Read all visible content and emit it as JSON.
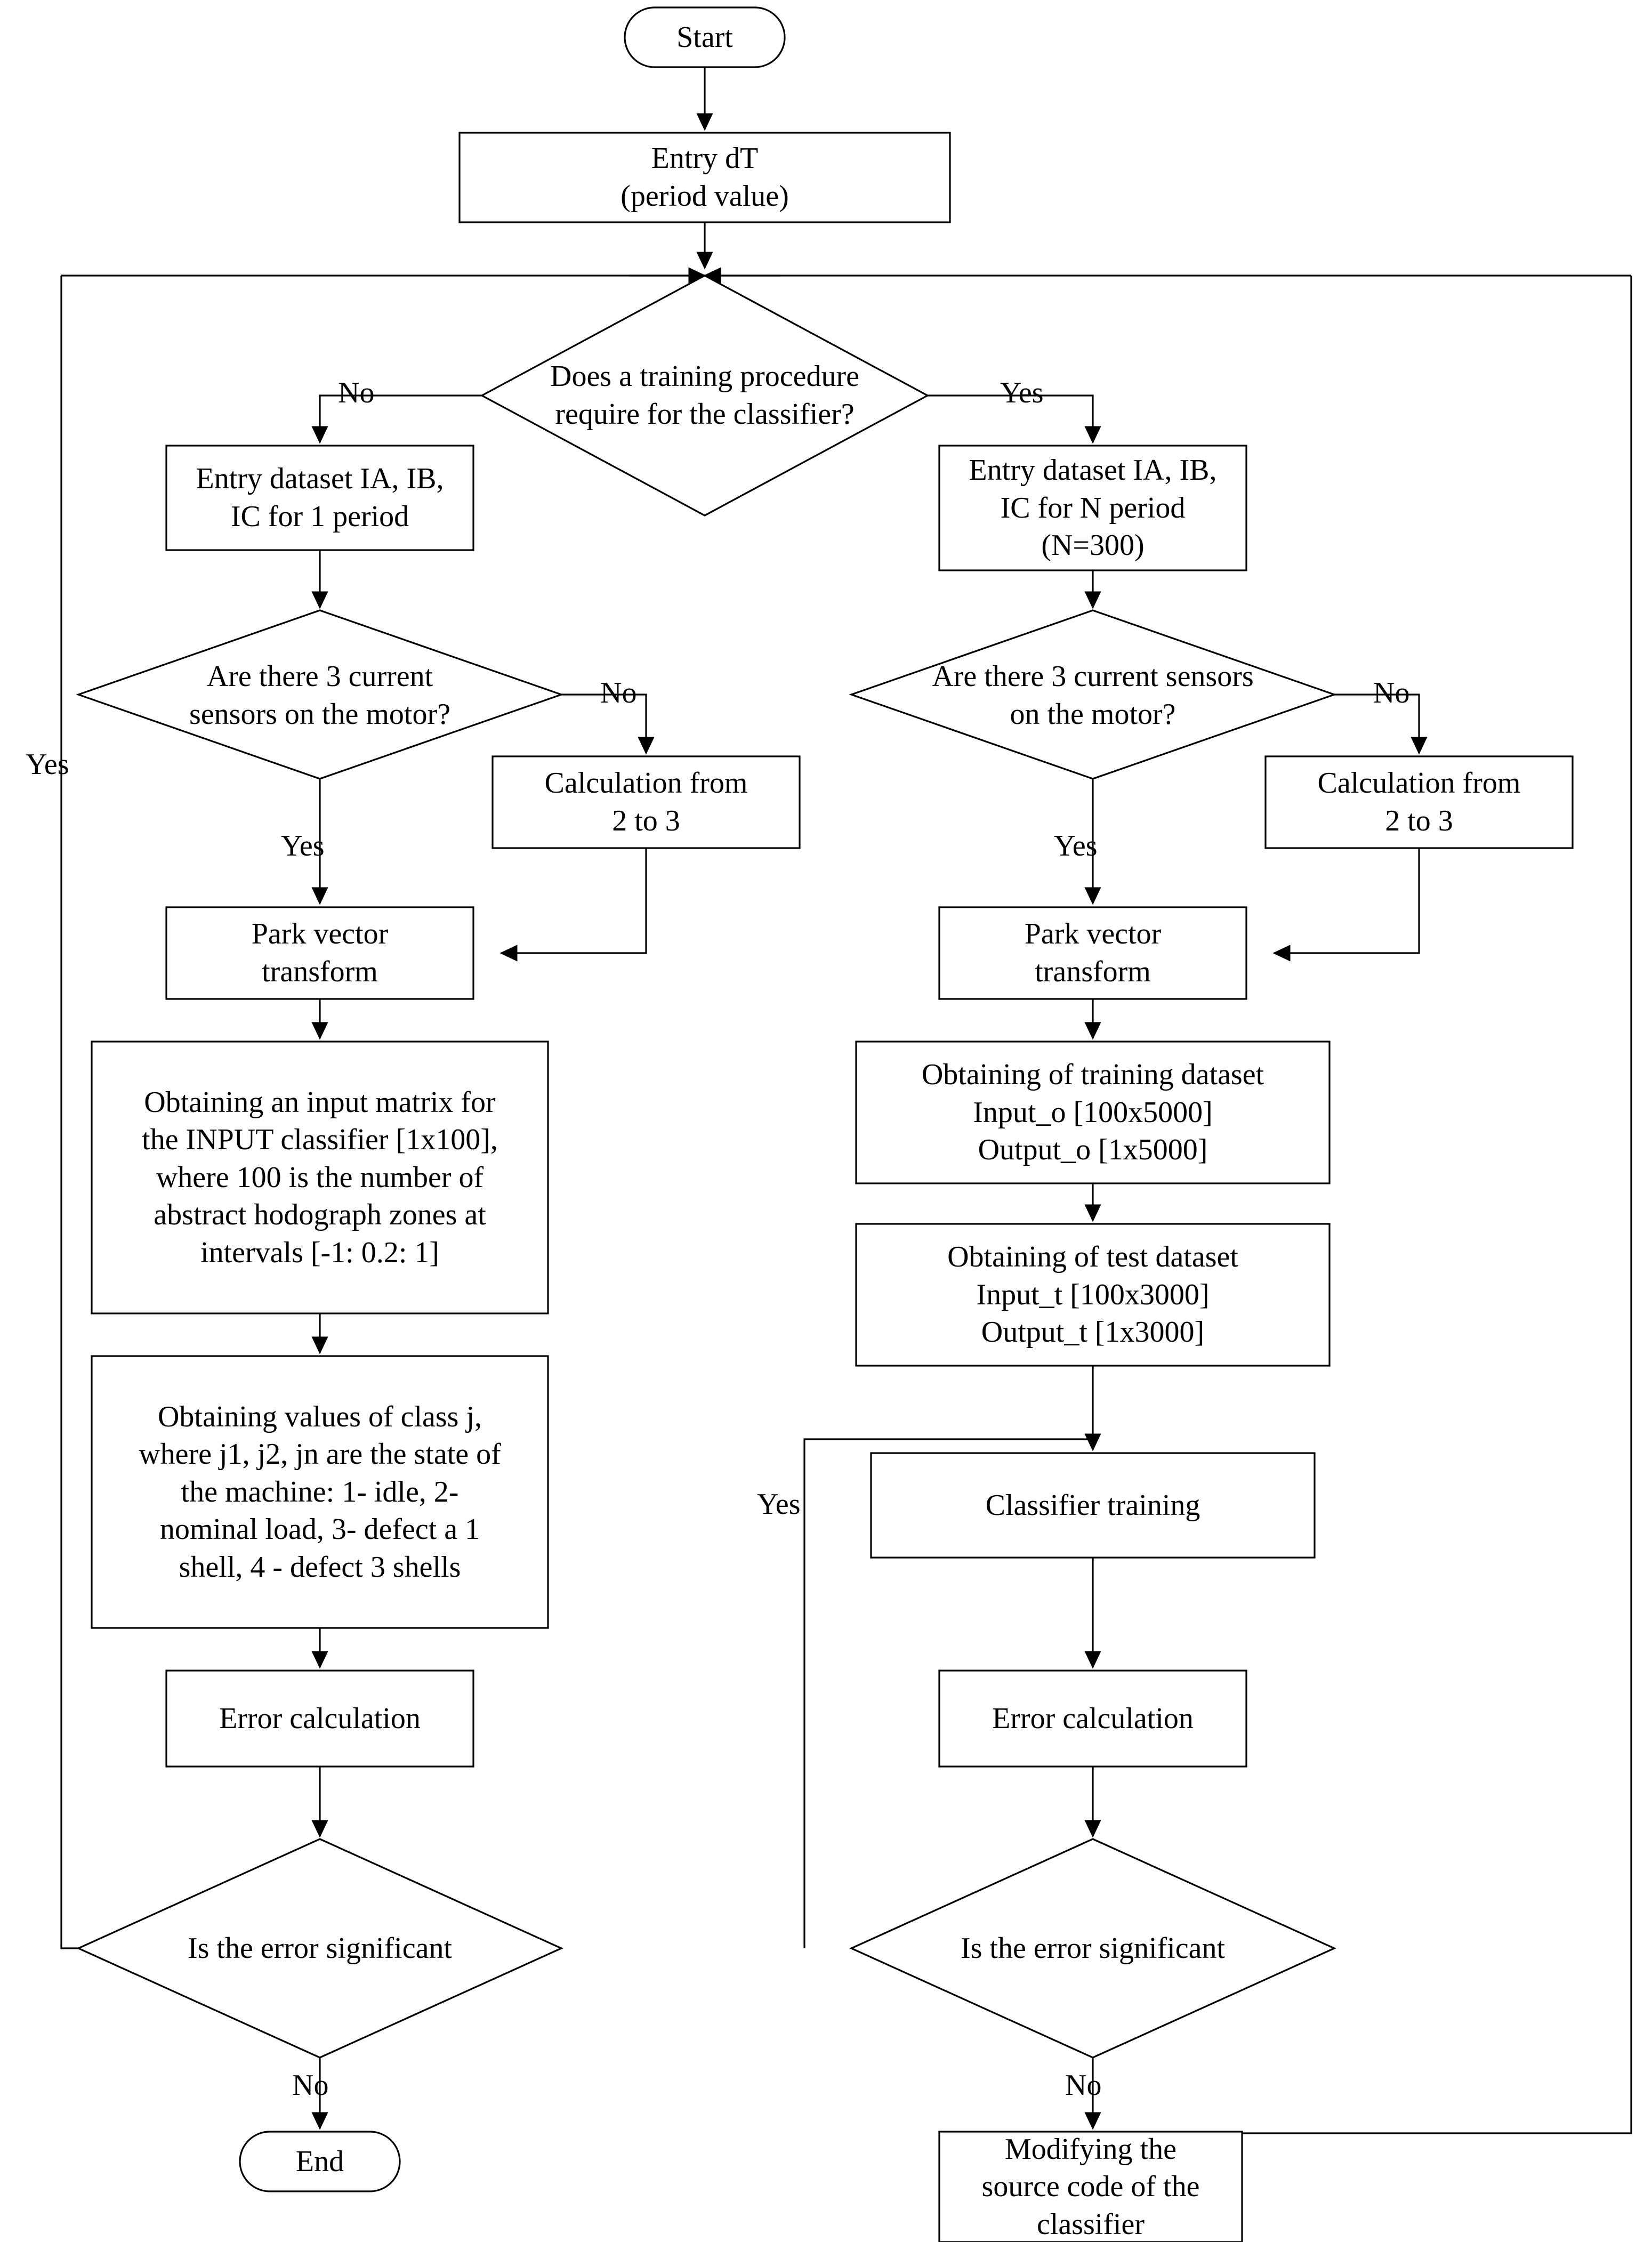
{
  "diagram": {
    "title": "Classifier training and testing flowchart",
    "stroke_color": "#000000",
    "fill_color": "#ffffff",
    "background": "#ffffff"
  },
  "nodes": {
    "start": {
      "label": "Start",
      "shape": "terminator"
    },
    "entry_dt": {
      "label": "Entry dT\n(period value)",
      "shape": "process"
    },
    "decision_training": {
      "label": "Does a training procedure\nrequire for the classifier?",
      "shape": "decision"
    },
    "entry_dataset_1period": {
      "label": "Entry dataset IA, IB,\nIC for 1 period",
      "shape": "process"
    },
    "entry_dataset_nperiod": {
      "label": "Entry dataset IA, IB,\nIC for N period\n(N=300)",
      "shape": "process"
    },
    "decision_sensors_left": {
      "label": "Are there 3 current\nsensors on the motor?",
      "shape": "decision"
    },
    "decision_sensors_right": {
      "label": "Are there 3 current sensors\non the motor?",
      "shape": "decision"
    },
    "calc_2to3_left": {
      "label": "Calculation from\n2 to 3",
      "shape": "process"
    },
    "calc_2to3_right": {
      "label": "Calculation from\n2 to 3",
      "shape": "process"
    },
    "park_left": {
      "label": "Park vector\ntransform",
      "shape": "process"
    },
    "park_right": {
      "label": "Park vector\ntransform",
      "shape": "process"
    },
    "input_matrix": {
      "label": "Obtaining an input matrix for\nthe INPUT classifier [1x100],\nwhere 100 is the number of\nabstract hodograph zones at\nintervals [-1: 0.2: 1]",
      "shape": "process"
    },
    "class_values": {
      "label": "Obtaining values of class j,\nwhere j1, j2, jn are the state of\nthe machine: 1- idle, 2-\nnominal load, 3- defect a 1\nshell, 4 - defect 3 shells",
      "shape": "process"
    },
    "training_dataset": {
      "label": "Obtaining of training dataset\nInput_o [100x5000]\nOutput_o [1x5000]",
      "shape": "process"
    },
    "test_dataset": {
      "label": "Obtaining of test dataset\nInput_t [100x3000]\nOutput_t [1x3000]",
      "shape": "process"
    },
    "classifier_training": {
      "label": "Classifier training",
      "shape": "process"
    },
    "error_calc_left": {
      "label": "Error calculation",
      "shape": "process"
    },
    "error_calc_right": {
      "label": "Error calculation",
      "shape": "process"
    },
    "decision_error_left": {
      "label": "Is the error significant",
      "shape": "decision"
    },
    "decision_error_right": {
      "label": "Is the error significant",
      "shape": "decision"
    },
    "end": {
      "label": "End",
      "shape": "terminator"
    },
    "modify_source": {
      "label": "Modifying the\nsource code of the\nclassifier",
      "shape": "process"
    }
  },
  "edge_labels": {
    "training_no": "No",
    "training_yes": "Yes",
    "sensors_left_no": "No",
    "sensors_left_yes": "Yes",
    "sensors_right_no": "No",
    "sensors_right_yes": "Yes",
    "error_left_yes": "Yes",
    "error_left_no": "No",
    "error_right_yes": "Yes",
    "error_right_no": "No"
  }
}
